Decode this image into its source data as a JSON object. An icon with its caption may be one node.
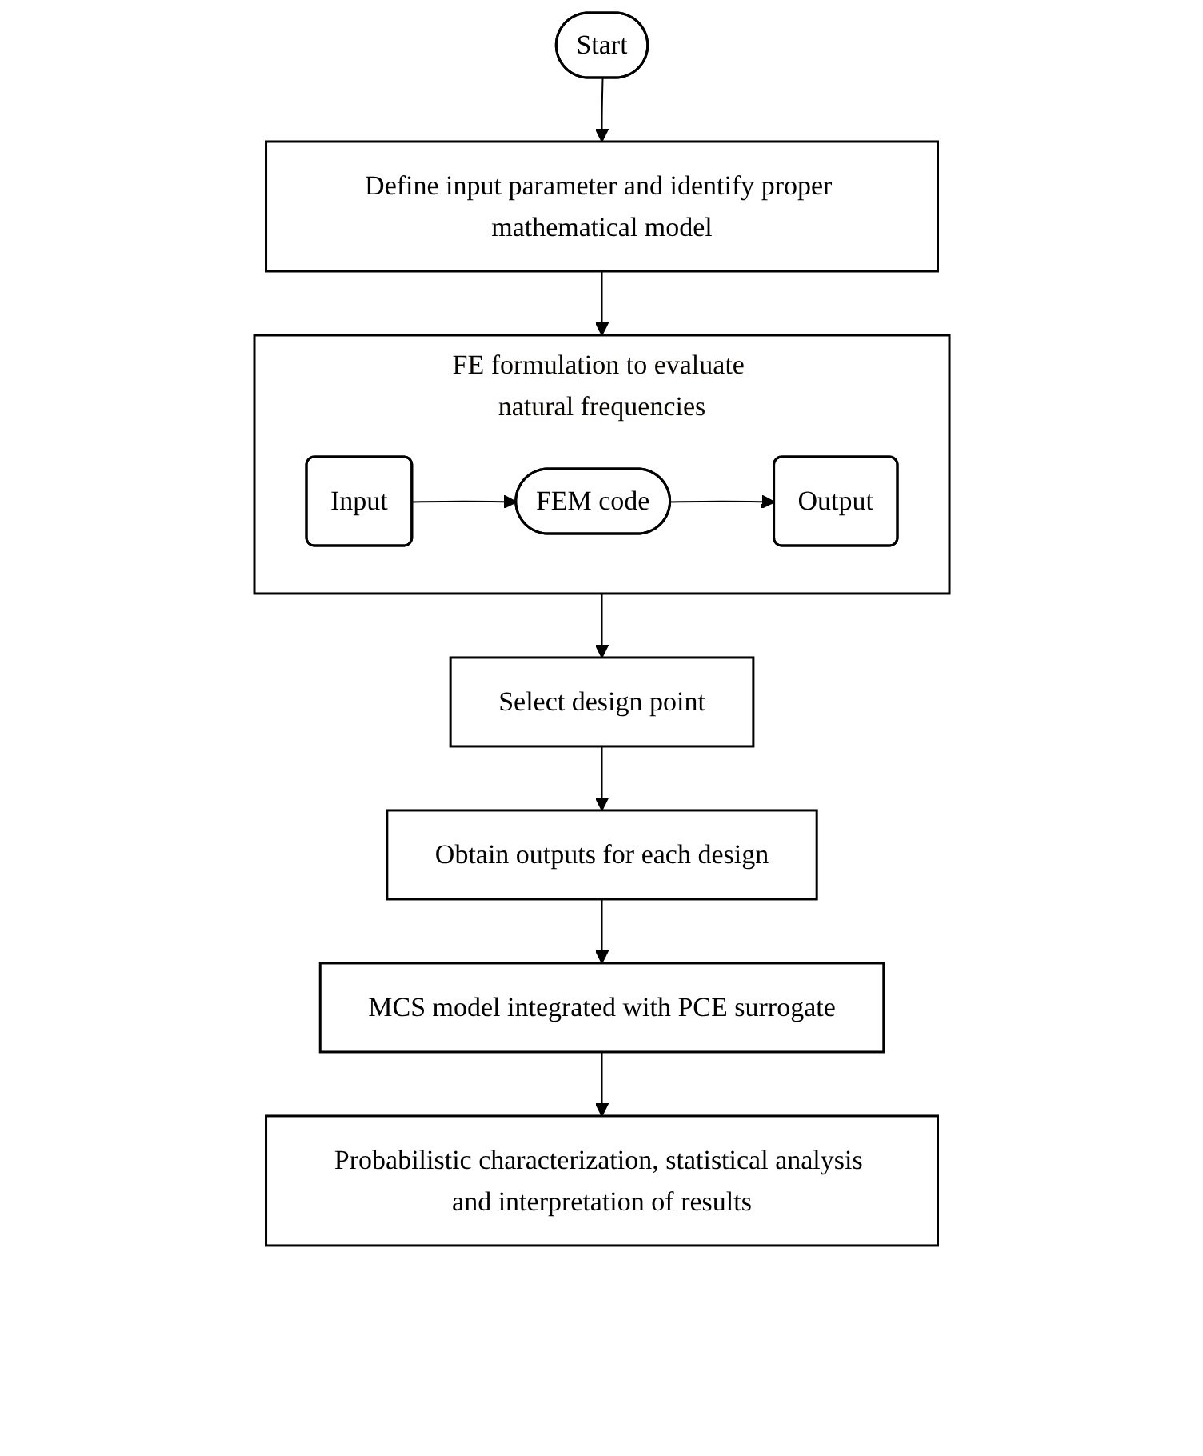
{
  "diagram": {
    "nodes": [
      {
        "text": [
          "Start"
        ]
      },
      {
        "text": [
          "Define input parameter and identify proper mathematical model"
        ]
      },
      {
        "text": [
          "FE formulation to evaluate natural frequencies"
        ]
      },
      {
        "text": [
          "Input"
        ],
        "in": 2
      },
      {
        "text": [
          "FEM code"
        ],
        "in": 2
      },
      {
        "text": [
          "Output"
        ],
        "in": 2
      },
      {
        "text": [
          "Select design point"
        ]
      },
      {
        "text": [
          "Obtain outputs for each design"
        ]
      },
      {
        "text": [
          "MCS model integrated with PCE surrogate"
        ]
      },
      {
        "text": [
          "Probabilistic characterization, statistical analysis and interpretation of results"
        ]
      }
    ],
    "edges": [
      {
        "from": 0,
        "to": 1,
        "arrow": "to"
      },
      {
        "from": 1,
        "to": 2,
        "arrow": "to"
      },
      {
        "from": 3,
        "to": 4,
        "arrow": "to"
      },
      {
        "from": 4,
        "to": 5,
        "arrow": "to"
      },
      {
        "from": 2,
        "to": 6,
        "arrow": "to"
      },
      {
        "from": 6,
        "to": 7,
        "arrow": "to"
      },
      {
        "from": 7,
        "to": 8,
        "arrow": "to"
      },
      {
        "from": 8,
        "to": 9,
        "arrow": "to"
      }
    ]
  }
}
